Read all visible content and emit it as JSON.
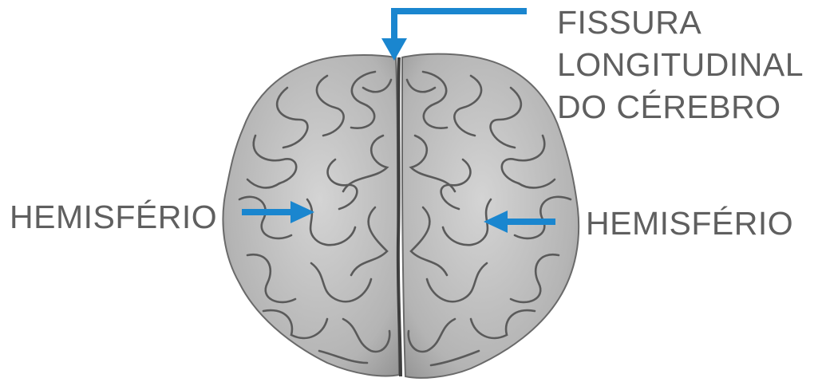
{
  "labels": {
    "fissure": [
      "FISSURA",
      "LONGITUDINAL",
      "DO CÉREBRO"
    ],
    "left_hemisphere": "HEMISFÉRIO",
    "right_hemisphere": "HEMISFÉRIO"
  },
  "colors": {
    "arrow": "#1a86cf",
    "label_text": "#5f5f5f",
    "brain_fill": "#bdbdbd",
    "brain_dark": "#5a5a5a",
    "background": "#ffffff"
  },
  "icons": {
    "fissure_pointer": "arrow-down-icon",
    "left_pointer": "arrow-right-icon",
    "right_pointer": "arrow-left-icon"
  }
}
